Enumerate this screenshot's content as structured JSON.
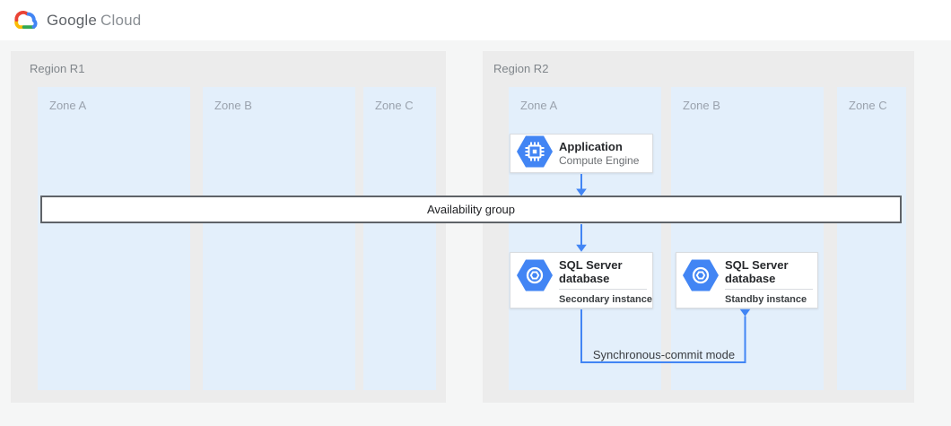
{
  "header": {
    "logo_icon": "google-cloud-logo",
    "brand": {
      "google": "Google",
      "cloud": "Cloud"
    }
  },
  "regions": [
    {
      "label": "Region R1",
      "zones": [
        {
          "label": "Zone A"
        },
        {
          "label": "Zone B"
        },
        {
          "label": "Zone C"
        }
      ]
    },
    {
      "label": "Region R2",
      "zones": [
        {
          "label": "Zone A"
        },
        {
          "label": "Zone B"
        },
        {
          "label": "Zone C"
        }
      ]
    }
  ],
  "availability_group": {
    "label": "Availability group"
  },
  "cards": {
    "application": {
      "icon": "compute-engine-hexagon-icon",
      "title": "Application",
      "subtitle": "Compute Engine"
    },
    "sql_secondary": {
      "icon": "sql-server-vm-hexagon-icon",
      "title": "SQL Server database",
      "instance": "Secondary instance"
    },
    "sql_standby": {
      "icon": "sql-server-vm-hexagon-icon",
      "title": "SQL Server database",
      "instance": "Standby instance"
    }
  },
  "connections": {
    "app_to_group": "arrow-down",
    "group_to_secondary": "arrow-down",
    "secondary_to_standby": {
      "label": "Synchronous-commit mode"
    }
  },
  "colors": {
    "accent_blue": "#4285f4",
    "zone_fill": "#e3effb",
    "region_fill": "#ececec",
    "page_bg": "#f5f6f6",
    "band_border": "#5f6368",
    "logo_red": "#ea4335",
    "logo_yellow": "#fbbc04",
    "logo_green": "#34a853",
    "logo_blue": "#4285f4"
  }
}
